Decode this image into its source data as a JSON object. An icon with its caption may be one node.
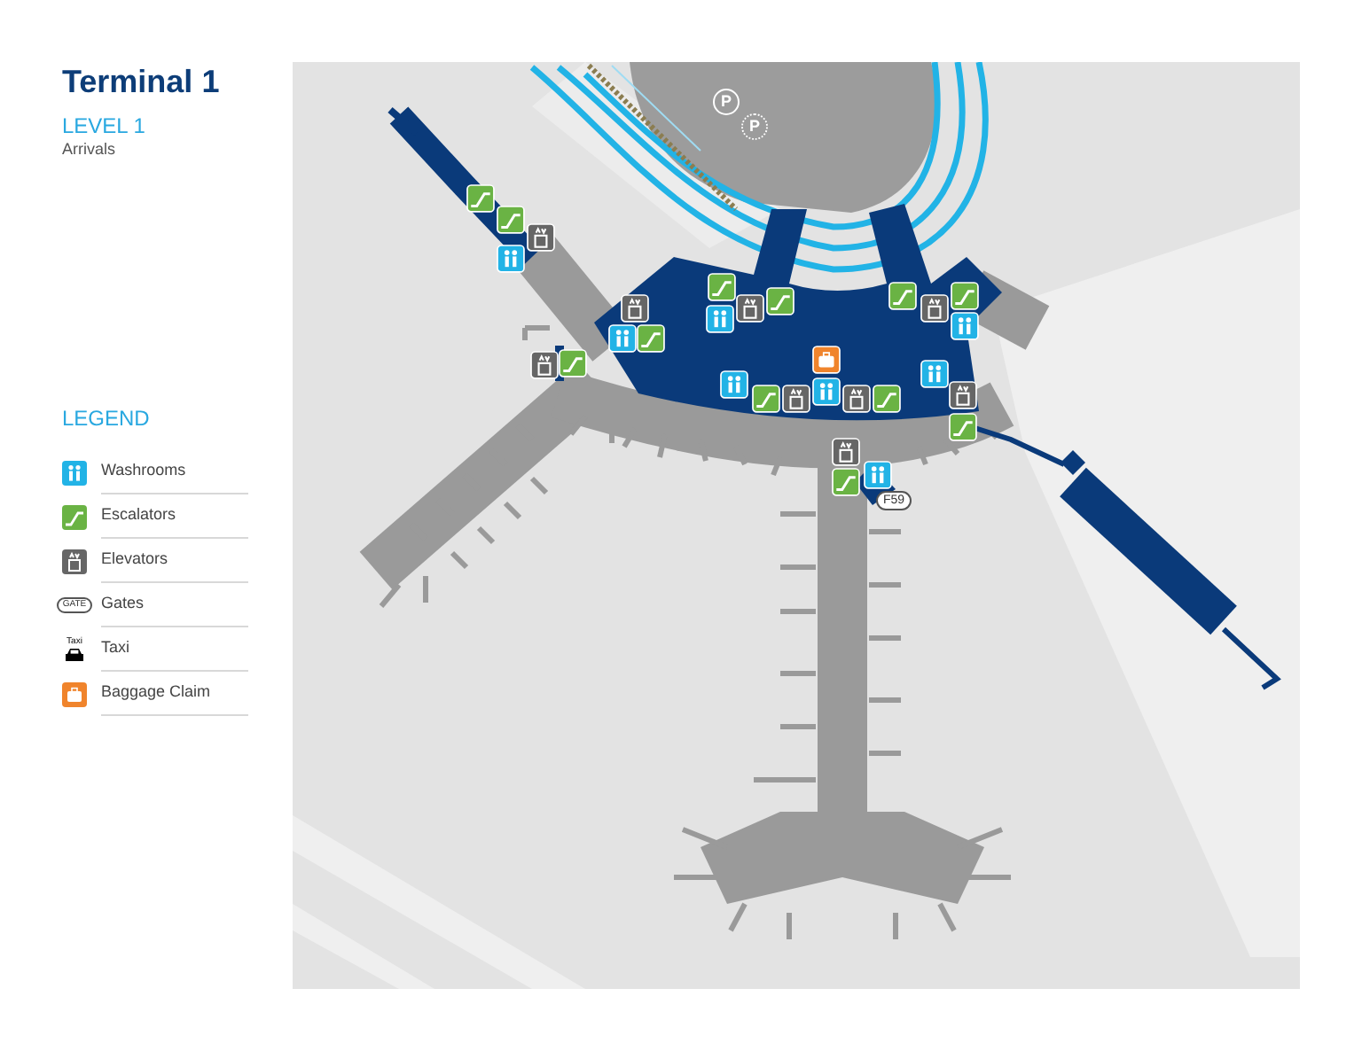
{
  "diagram": {
    "title": "Terminal 1",
    "labels": [
      "LEVEL 1",
      "Arrivals",
      "LEGEND",
      "GATE",
      "Taxi",
      "P",
      "P",
      "F59"
    ],
    "legend": [
      {
        "text": "Washrooms",
        "color": "#22b3e6"
      },
      {
        "text": "Escalators",
        "color": "#6ab344"
      },
      {
        "text": "Elevators",
        "color": "#666666"
      },
      {
        "text": "Gates"
      },
      {
        "text": "Taxi"
      },
      {
        "text": "Baggage Claim",
        "color": "#f0842c"
      }
    ]
  }
}
